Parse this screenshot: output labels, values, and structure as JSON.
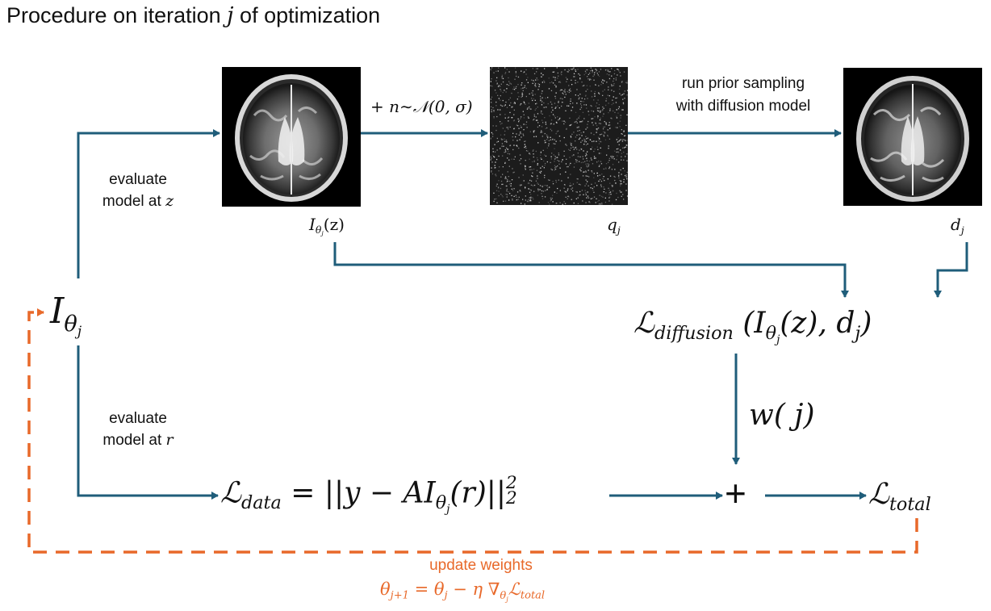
{
  "title": {
    "prefix": "Procedure on iteration ",
    "var": "j",
    "suffix": " of optimization"
  },
  "images": {
    "mri_input": {
      "caption_base": "I",
      "caption_sub": "θ",
      "caption_subsub": "j",
      "caption_arg": "(z)"
    },
    "noise": {
      "caption_base": "q",
      "caption_sub": "j"
    },
    "mri_output": {
      "caption_base": "d",
      "caption_sub": "j"
    }
  },
  "edges": {
    "evaluate_z": {
      "line1": "evaluate",
      "line2_text": "model at ",
      "line2_var": "z"
    },
    "evaluate_r": {
      "line1": "evaluate",
      "line2_text": "model at ",
      "line2_var": "r"
    },
    "add_noise": {
      "text": "+ n∼𝒩(0, σ)"
    },
    "prior_sampling": {
      "line1": "run prior sampling",
      "line2": "with diffusion model"
    },
    "weight": {
      "text": "w( j)"
    }
  },
  "nodes": {
    "model": {
      "base": "I",
      "sub": "θ",
      "subsub": "j"
    },
    "loss_diffusion": {
      "script": "ℒ",
      "sub": "diffusion",
      "args": "(I",
      "args_sub": "θ",
      "args_subsub": "j",
      "args_rest": "(z), d",
      "args_rest_sub": "j",
      "close": ")"
    },
    "loss_data": {
      "script": "ℒ",
      "sub": "data",
      "eq": " = ||y − AI",
      "eq_sub": "θ",
      "eq_subsub": "j",
      "eq_rest": "(r)||",
      "sup": "2",
      "sub2": "2"
    },
    "plus": {
      "text": "+"
    },
    "loss_total": {
      "script": "ℒ",
      "sub": "total"
    }
  },
  "update": {
    "label": "update weights",
    "formula": "θ_{j+1} = θ_j − η ∇_{θ_j} ℒ_{total}",
    "lhs": "θ",
    "lhs_sub": "j+1",
    "mid": " = θ",
    "mid_sub": "j",
    "rest": " − η ∇",
    "grad_sub": "θ",
    "grad_subsub": "j",
    "loss": "ℒ",
    "loss_sub": "total"
  },
  "colors": {
    "arrow": "#1f5d7a",
    "update": "#e8692a",
    "text": "#111111",
    "image_bg": "#000000"
  }
}
